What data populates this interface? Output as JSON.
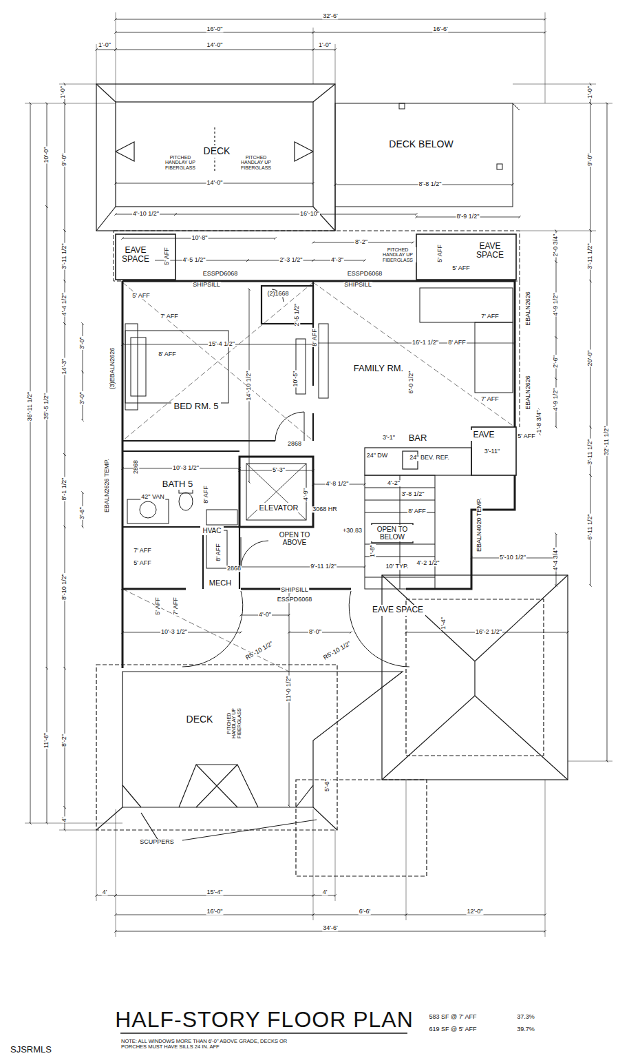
{
  "diagram": {
    "title": "HALF-STORY FLOOR PLAN",
    "nodes": [
      {
        "text": [
          "DECK"
        ]
      },
      {
        "text": [
          "DECK BELOW"
        ]
      },
      {
        "text": [
          "EAVE SPACE"
        ]
      },
      {
        "text": [
          "EAVE SPACE"
        ]
      },
      {
        "text": [
          "BED RM. 5"
        ]
      },
      {
        "text": [
          "FAMILY RM."
        ]
      },
      {
        "text": [
          "BAR"
        ]
      },
      {
        "text": [
          "EAVE"
        ]
      },
      {
        "text": [
          "BATH 5"
        ]
      },
      {
        "text": [
          "ELEVATOR"
        ]
      },
      {
        "text": [
          "HVAC"
        ]
      },
      {
        "text": [
          "MECH"
        ]
      },
      {
        "text": [
          "OPEN TO ABOVE"
        ]
      },
      {
        "text": [
          "OPEN TO BELOW"
        ]
      },
      {
        "text": [
          "EAVE SPACE"
        ]
      },
      {
        "text": [
          "DECK"
        ]
      }
    ],
    "labels": [
      "32'-6'",
      "16'-0\"",
      "16'-6'",
      "1'-0\"",
      "14'-0\"",
      "1'-0\"",
      "1'-0\"",
      "10'-0\"",
      "9'-0\"",
      "3'-11 1/2\"",
      "4'-4 1/2\"",
      "3'-0\"",
      "14'-3\"",
      "3'-0\"",
      "36'-11 1/2\"",
      "35'-5 1/2\"",
      "8'-1 1/2\"",
      "3'-6\"",
      "8'-10 1/2\"",
      "11'-6\"",
      "8'-2\"",
      "4'",
      "1'-0\"",
      "9'-0\"",
      "2'-0 3/4\"",
      "3'-11 1/2\"",
      "4'-9 1/2\"",
      "2'-6\"",
      "20'-0\"",
      "4'-9 1/2\"",
      "1'-8 3/4\"",
      "3'-11 1/2\"",
      "32'-11 1/2\"",
      "6'-11 1/2\"",
      "4'-4 3/4\"",
      "4'",
      "15'-4\"",
      "4'",
      "16'-0\"",
      "6'-6'",
      "12'-0\"",
      "34'-6'",
      "PITCHED HANDLAY UP FIBERGLASS",
      "PITCHED HANDLAY UP FIBERGLASS",
      "PITCHED HANDLAY UP FIBERGLASS",
      "PITCHED HANDLAY UP FIBERGLASS",
      "14'-0\"",
      "8'-8 1/2\"",
      "4'-10 1/2\"",
      "16'-10\"",
      "8'-9 1/2\"",
      "10'-8\"",
      "8'-2\"",
      "4'-5 1/2\"",
      "2'-3 1/2\"",
      "4'-3\"",
      "5' AFF",
      "5' AFF",
      "5' AFF",
      "ESSPD6068",
      "ESSPD6068",
      "SHIPSILL",
      "SHIPSILL",
      "(2)1668",
      "2'-5 1/2\"",
      "5' AFF",
      "7' AFF",
      "7' AFF",
      "EBALN2626",
      "(3)EBALN2626",
      "EBALN2626",
      "8' AFF",
      "8' AFF",
      "15'-4 1/2\"",
      "14'-10 1/2\"",
      "16'-1 1/2\"",
      "8' AFF",
      "6'-0 1/2\"",
      "10'-5\"",
      "7' AFF",
      "5' AFF",
      "3'-1\"",
      "3'-11\"",
      "2868",
      "2868",
      "EBALN2626 TEMP.",
      "10'-3 1/2\"",
      "5'-3\"",
      "24\" DW",
      "24\" BEV. REF.",
      "4'-8 1/2\"",
      "4'-9\"",
      "42\" VAN",
      "8' AFF",
      "3068 HR",
      "4'-2\"",
      "3'-8 1/2\"",
      "8' AFF",
      "EBALN4020 TEMP.",
      "+30.83",
      "2868",
      "8' AFF",
      "9'-11 1/2\"",
      "4'-2 1/2\"",
      "5'-10 1/2\"",
      "1'-8\"",
      "10' TYP.",
      "7' AFF",
      "5' AFF",
      "5' AFF",
      "7' AFF",
      "SHIPSILL",
      "ESSPD6068",
      "4'-0\"",
      "8'-0\"",
      "10'-3 1/2\"",
      "R5'-10 1/2\"",
      "R5'-10 1/2\"",
      "16'-2 1/2\"",
      "1'-4\"",
      "11'-0 1/2\"",
      "5'-6\"",
      "SCUPPERS",
      "583 SF @ 7' AFF",
      "37.3%",
      "619 SF @ 5' AFF",
      "39.7%",
      "NOTE: ALL WINDOWS MORE THAN 6'-0\" ABOVE GRADE, DECKS OR PORCHES MUST HAVE SILLS 24 IN. AFF",
      "SJSRMLS"
    ]
  }
}
